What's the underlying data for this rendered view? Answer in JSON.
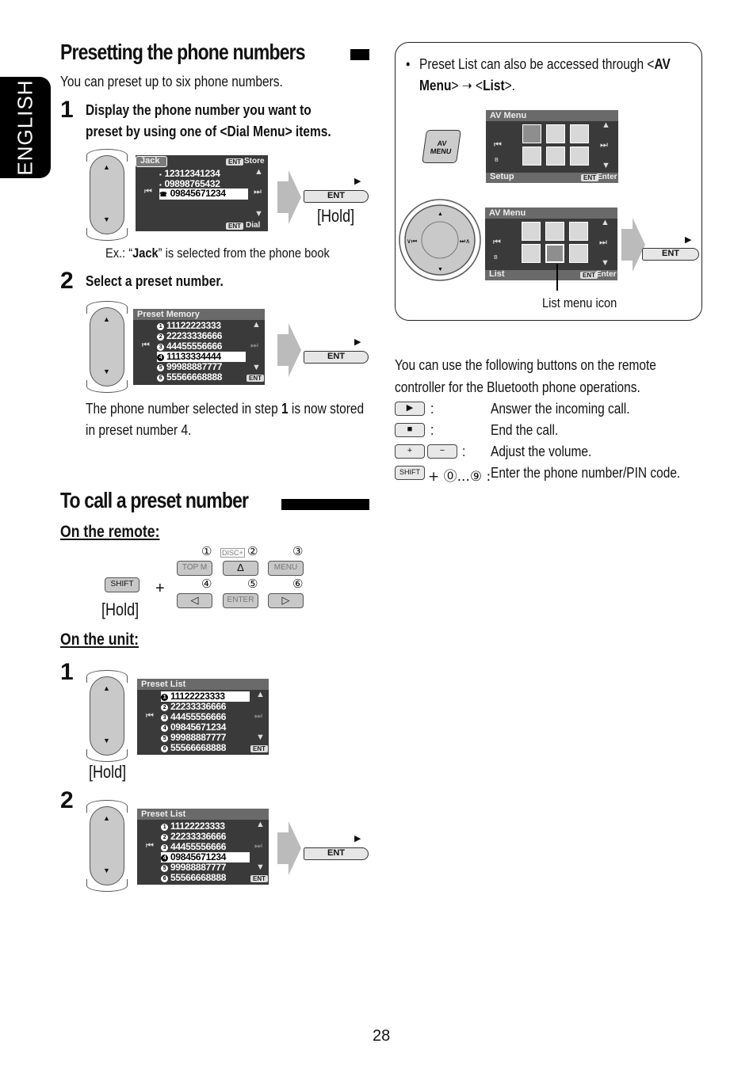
{
  "side_tab": "ENGLISH",
  "section1": {
    "title": "Presetting the phone numbers",
    "intro": "You can preset up to six phone numbers.",
    "step1": {
      "num": "1",
      "line1": "Display the phone number you want to",
      "line2": "preset by using one of <Dial Menu> items."
    },
    "screen1": {
      "name": "Jack",
      "store": "Store",
      "dial": "Dial",
      "rows": [
        "12312341234",
        "09898765432",
        "09845671234"
      ]
    },
    "ent": "ENT",
    "hold": "[Hold]",
    "example_pre": "Ex.: “",
    "example_name": "Jack",
    "example_post": "” is selected from the phone book",
    "step2": {
      "num": "2",
      "text": "Select a preset number."
    },
    "screen2": {
      "title": "Preset Memory",
      "rows": [
        "11122223333",
        "22233336666",
        "44455556666",
        "11133334444",
        "99988887777",
        "55566668888"
      ]
    },
    "stored_line1_a": "The phone number selected in step ",
    "stored_line1_b": "1",
    "stored_line1_c": " is now stored",
    "stored_line2": "in preset number 4."
  },
  "section2": {
    "title": "To call a preset number",
    "remote_heading": "On the remote:",
    "shift": "SHIFT",
    "plus": "+",
    "hold": "[Hold]",
    "nums": [
      "①",
      "②",
      "③",
      "④",
      "⑤",
      "⑥"
    ],
    "keys": {
      "topm": "TOP M",
      "disc": "DISC+",
      "up": "Δ",
      "menu": "MENU",
      "left": "◁",
      "enter": "ENTER",
      "right": "▷"
    },
    "unit_heading": "On the unit:",
    "step1_num": "1",
    "step2_num": "2",
    "list_title": "Preset List",
    "list_rows": [
      "11122223333",
      "22233336666",
      "44455556666",
      "09845671234",
      "99988887777",
      "55566668888"
    ]
  },
  "av_box": {
    "bullet": "•",
    "line1_a": "Preset List can also be accessed through <",
    "line1_b": "AV",
    "line2_a": "Menu",
    "line2_b": "> ➝ <",
    "line2_c": "List",
    "line2_d": ">.",
    "av_key_1": "AV",
    "av_key_2": "MENU",
    "menu_title": "AV Menu",
    "setup": "Setup",
    "list": "List",
    "enter": "Enter",
    "list_menu_icon": "List menu icon"
  },
  "remote_ops": {
    "intro1": "You can use the following buttons on the remote",
    "intro2": "controller for the Bluetooth phone operations.",
    "rows": [
      {
        "key": "▶",
        "sep": ":",
        "desc": "Answer the incoming call."
      },
      {
        "key": "■",
        "sep": ":",
        "desc": "End the call."
      },
      {
        "key": "+",
        "key2": "−",
        "sep": ":",
        "desc": "Adjust the volume."
      },
      {
        "key": "SHIFT",
        "extra": "+ ⓪...⑨ :",
        "desc": "Enter the phone number/PIN code."
      }
    ]
  },
  "page_number": "28"
}
